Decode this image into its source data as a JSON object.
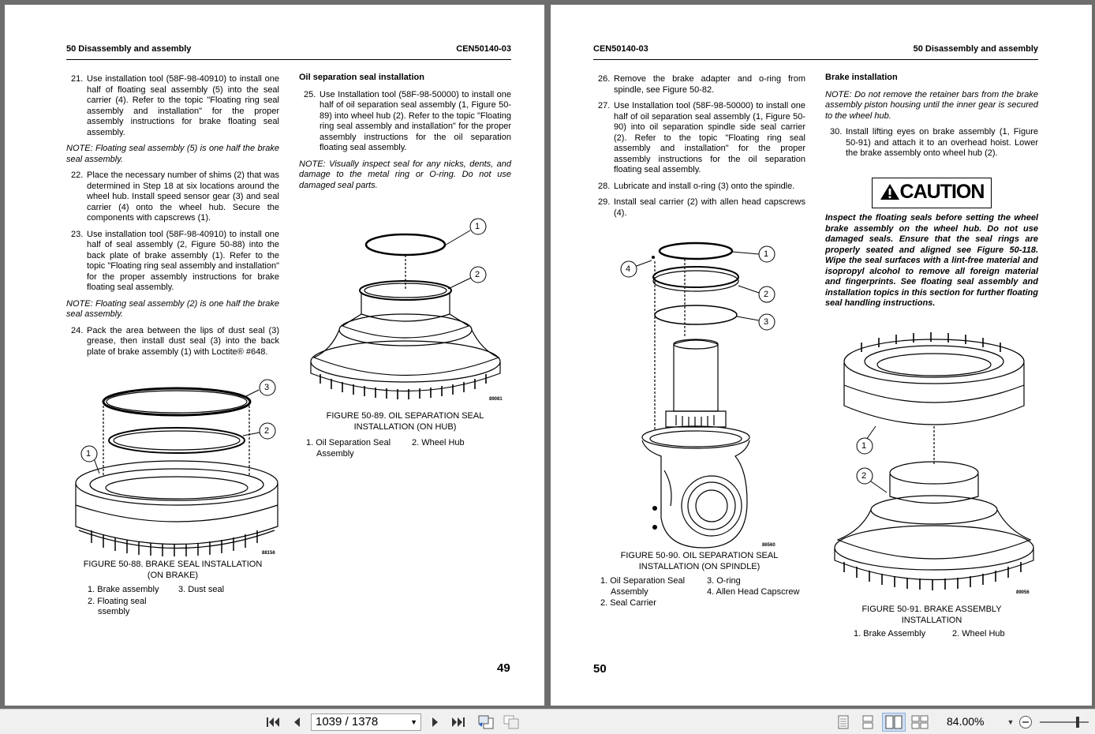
{
  "left_page": {
    "header_left": "50 Disassembly and assembly",
    "header_right": "CEN50140-03",
    "steps_a": [
      {
        "n": "21.",
        "text": "Use installation tool (58F-98-40910) to install one half of floating seal assembly (5) into the seal carrier (4). Refer to the topic \"Floating ring seal assembly and installation\" for the proper assembly instructions for brake floating seal assembly."
      }
    ],
    "note1": "NOTE: Floating seal assembly (5) is one half the brake seal assembly.",
    "steps_b": [
      {
        "n": "22.",
        "text": "Place the necessary number of shims (2) that was determined in Step 18 at six locations around the wheel hub. Install speed sensor gear (3) and seal carrier (4) onto the wheel hub. Secure the components with capscrews (1)."
      },
      {
        "n": "23.",
        "text": "Use installation tool (58F-98-40910) to install one half of seal assembly (2, Figure 50-88) into the back plate of brake assembly (1). Refer to the topic \"Floating ring seal assembly and installation\" for the proper assembly instructions for brake floating seal assembly."
      }
    ],
    "note2": "NOTE: Floating seal assembly (2) is one half the brake seal assembly.",
    "steps_c": [
      {
        "n": "24.",
        "text": "Pack the area between the lips of dust seal (3) grease, then install dust seal (3) into the back plate of brake assembly (1) with Loctite® #648."
      }
    ],
    "subheading": "Oil separation seal installation",
    "steps_d": [
      {
        "n": "25.",
        "text": "Use Installation tool (58F-98-50000) to install one half of oil separation seal assembly (1, Figure 50-89) into wheel hub (2). Refer to the topic \"Floating ring seal assembly and installation\" for the proper assembly instructions for the oil separation floating seal assembly."
      }
    ],
    "note3": "NOTE: Visually inspect seal for any nicks, dents, and damage to the metal ring or O-ring. Do not use damaged seal parts.",
    "fig88": {
      "id": "88156",
      "caption_1": "FIGURE 50-88. BRAKE SEAL INSTALLATION",
      "caption_2": "(ON BRAKE)",
      "legend": [
        "1. Brake assembly",
        "3. Dust seal",
        "2. Floating seal",
        "ssembly"
      ],
      "callouts": [
        "1",
        "2",
        "3"
      ]
    },
    "fig89": {
      "id": "89081",
      "caption_1": "FIGURE 50-89. OIL SEPARATION SEAL",
      "caption_2": "INSTALLATION (ON HUB)",
      "legend": [
        "1. Oil Separation Seal",
        "Assembly",
        "2. Wheel Hub"
      ],
      "callouts": [
        "1",
        "2"
      ]
    },
    "page_number": "49"
  },
  "right_page": {
    "header_left": "CEN50140-03",
    "header_right": "50 Disassembly and assembly",
    "steps": [
      {
        "n": "26.",
        "text": "Remove the brake adapter and o-ring from spindle, see Figure 50-82."
      },
      {
        "n": "27.",
        "text": "Use Installation tool (58F-98-50000) to install one half of oil separation seal assembly (1, Figure 50-90) into oil separation spindle side seal carrier (2). Refer to the topic \"Floating ring seal assembly and installation\" for the proper assembly instructions for the oil separation floating seal assembly."
      },
      {
        "n": "28.",
        "text": "Lubricate and install o-ring (3) onto the spindle."
      },
      {
        "n": "29.",
        "text": "Install seal carrier (2) with allen head capscrews (4)."
      }
    ],
    "subheading": "Brake installation",
    "note1": "NOTE: Do not remove the retainer bars from the brake assembly piston housing until the inner gear is secured to the wheel hub.",
    "step30": {
      "n": "30.",
      "text": "Install lifting eyes on brake assembly (1, Figure 50-91) and attach it to an overhead hoist. Lower the brake assembly onto wheel hub (2)."
    },
    "caution_label": "CAUTION",
    "caution_text": "Inspect the floating seals before setting the wheel brake assembly on the wheel hub. Do not use damaged seals. Ensure that the seal rings are properly seated and aligned see Figure 50-118. Wipe the seal surfaces with a lint-free material and isopropyl alcohol to remove all foreign material and fingerprints. See floating seal assembly and installation topics in this section for further floating seal handling instructions.",
    "fig90": {
      "id": "86560",
      "caption_1": "FIGURE 50-90. OIL SEPARATION SEAL",
      "caption_2": "INSTALLATION (ON SPINDLE)",
      "legend": [
        "1. Oil Separation Seal",
        "Assembly",
        "2. Seal Carrier",
        "3. O-ring",
        "4. Allen Head Capscrew"
      ],
      "callouts": [
        "1",
        "2",
        "3",
        "4"
      ]
    },
    "fig91": {
      "id": "89056",
      "caption_1": "FIGURE 50-91. BRAKE ASSEMBLY",
      "caption_2": "INSTALLATION",
      "legend": [
        "1. Brake Assembly",
        "2. Wheel Hub"
      ],
      "callouts": [
        "1",
        "2"
      ]
    },
    "page_number": "50"
  },
  "toolbar": {
    "page_field": "1039 / 1378",
    "zoom": "84.00%"
  }
}
